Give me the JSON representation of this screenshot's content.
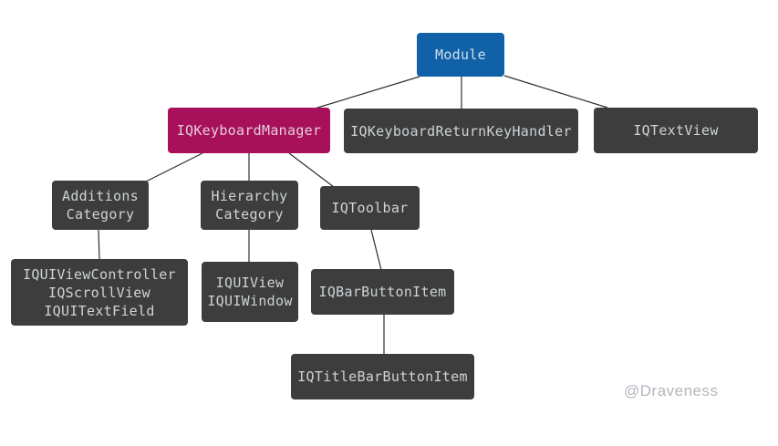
{
  "diagram": {
    "type": "tree",
    "watermark": "@Draveness",
    "colors": {
      "root_fill": "#1061a8",
      "highlight_fill": "#a8105c",
      "node_fill": "#3d3d3d",
      "node_text": "#ced3d6",
      "edge": "#2f2f2f",
      "watermark_text": "#b3b6bc",
      "background": "#ffffff"
    },
    "nodes": {
      "module": {
        "label": "Module"
      },
      "iqkeyboardmanager": {
        "label": "IQKeyboardManager"
      },
      "iqkeyboardreturnkeyhandler": {
        "label": "IQKeyboardReturnKeyHandler"
      },
      "iqtextview": {
        "label": "IQTextView"
      },
      "additions_category": {
        "line1": "Additions",
        "line2": "Category"
      },
      "hierarchy_category": {
        "line1": "Hierarchy",
        "line2": "Category"
      },
      "iqtoolbar": {
        "label": "IQToolbar"
      },
      "additions_classes": {
        "line1": "IQUIViewController",
        "line2": "IQScrollView",
        "line3": "IQUITextField"
      },
      "hierarchy_classes": {
        "line1": "IQUIView",
        "line2": "IQUIWindow"
      },
      "iqbarbuttonitem": {
        "label": "IQBarButtonItem"
      },
      "iqtitlebarbuttonitem": {
        "label": "IQTitleBarButtonItem"
      }
    },
    "edges": [
      {
        "from": "Module",
        "to": "IQKeyboardManager"
      },
      {
        "from": "Module",
        "to": "IQKeyboardReturnKeyHandler"
      },
      {
        "from": "Module",
        "to": "IQTextView"
      },
      {
        "from": "IQKeyboardManager",
        "to": "Additions Category"
      },
      {
        "from": "IQKeyboardManager",
        "to": "Hierarchy Category"
      },
      {
        "from": "IQKeyboardManager",
        "to": "IQToolbar"
      },
      {
        "from": "Additions Category",
        "to": "IQUIViewController IQScrollView IQUITextField"
      },
      {
        "from": "Hierarchy Category",
        "to": "IQUIView IQUIWindow"
      },
      {
        "from": "IQToolbar",
        "to": "IQBarButtonItem"
      },
      {
        "from": "IQBarButtonItem",
        "to": "IQTitleBarButtonItem"
      }
    ]
  }
}
